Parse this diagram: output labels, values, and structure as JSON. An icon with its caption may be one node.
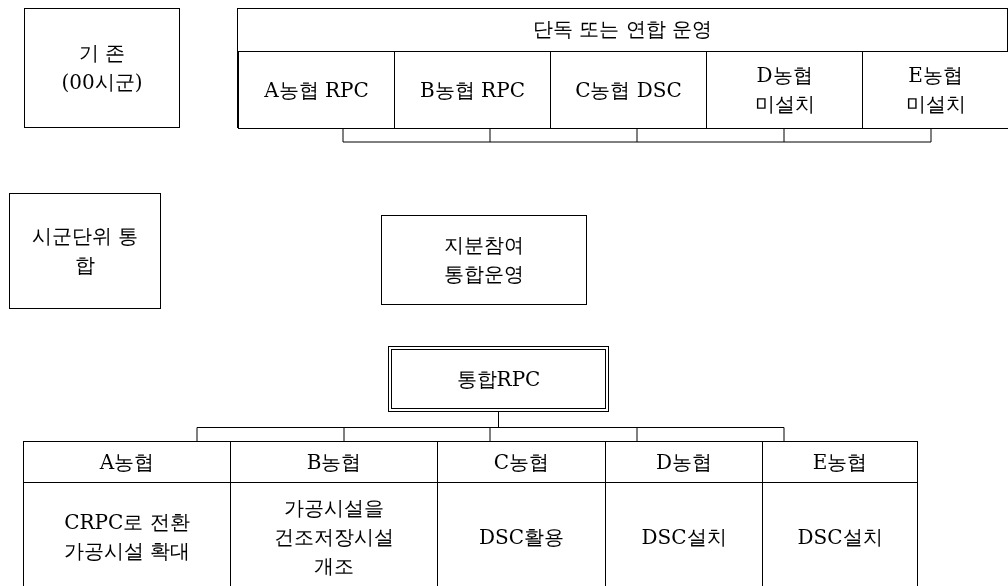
{
  "diagram": {
    "nodes": [
      {
        "text": [
          "기 존 (00시군)"
        ]
      },
      {
        "text": [
          "단독 또는 연합 운영"
        ]
      },
      {
        "text": [
          "A농협 RPC"
        ],
        "in": 1
      },
      {
        "text": [
          "B농협 RPC"
        ],
        "in": 1
      },
      {
        "text": [
          "C농협 DSC"
        ],
        "in": 1
      },
      {
        "text": [
          "D농협 미설치"
        ],
        "in": 1
      },
      {
        "text": [
          "E농협 미설치"
        ],
        "in": 1
      },
      {
        "text": [
          "시군단위 통 합"
        ]
      },
      {
        "text": [
          "지분참여 통합운영"
        ]
      },
      {
        "text": [
          "통합RPC"
        ]
      },
      {
        "text": [
          "A농협"
        ]
      },
      {
        "text": [
          "B농협"
        ]
      },
      {
        "text": [
          "C농협"
        ]
      },
      {
        "text": [
          "D농협"
        ]
      },
      {
        "text": [
          "E농협"
        ]
      },
      {
        "text": [
          "CRPC로 전환 가공시설 확대"
        ]
      },
      {
        "text": [
          "가공시설을 건조저장시설 개조"
        ]
      },
      {
        "text": [
          "DSC활용"
        ]
      },
      {
        "text": [
          "DSC설치"
        ]
      },
      {
        "text": [
          "DSC설치"
        ]
      }
    ],
    "edges": [
      {
        "from": 9,
        "to": 10,
        "arrow": "none"
      },
      {
        "from": 9,
        "to": 11,
        "arrow": "none"
      },
      {
        "from": 9,
        "to": 12,
        "arrow": "none"
      },
      {
        "from": 9,
        "to": 13,
        "arrow": "none"
      },
      {
        "from": 9,
        "to": 14,
        "arrow": "none"
      }
    ]
  }
}
